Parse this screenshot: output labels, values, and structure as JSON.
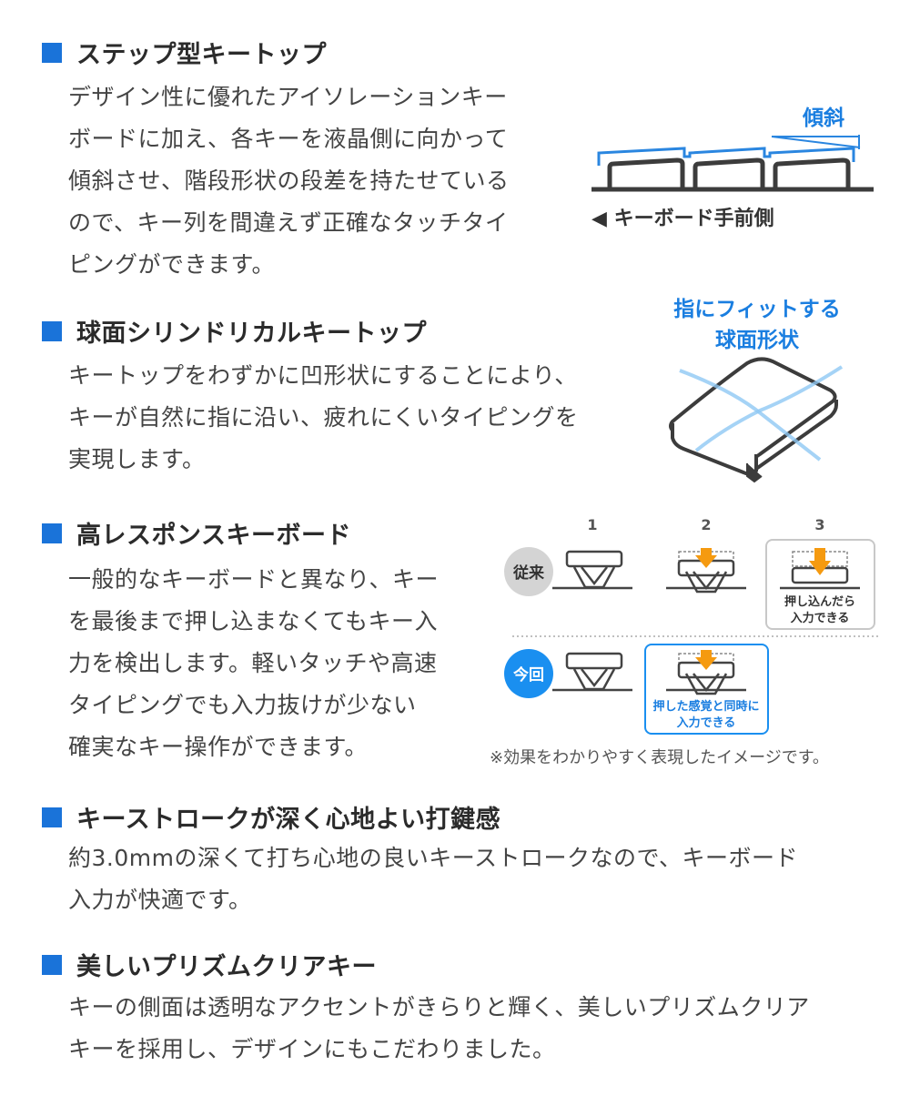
{
  "sections": [
    {
      "title": "ステップ型キートップ",
      "lines": [
        "デザイン性に優れたアイソレーションキー",
        "ボードに加え、各キーを液晶側に向かって",
        "傾斜させ、階段形状の段差を持たせている",
        "ので、キー列を間違えず正確なタッチタイ",
        "ピングができます。"
      ]
    },
    {
      "title": "球面シリンドリカルキートップ",
      "lines": [
        "キートップをわずかに凹形状にすることにより、",
        "キーが自然に指に沿い、疲れにくいタイピングを",
        "実現します。"
      ]
    },
    {
      "title": "高レスポンスキーボード",
      "lines": [
        "一般的なキーボードと異なり、キー",
        "を最後まで押し込まなくてもキー入",
        "力を検出します。軽いタッチや高速",
        "タイピングでも入力抜けが少ない",
        "確実なキー操作ができます。"
      ]
    },
    {
      "title": "キーストロークが深く心地よい打鍵感",
      "lines": [
        "約3.0mmの深くて打ち心地の良いキーストロークなので、キーボード",
        "入力が快適です。"
      ]
    },
    {
      "title": "美しいプリズムクリアキー",
      "lines": [
        "キーの側面は透明なアクセントがきらりと輝く、美しいプリズムクリア",
        "キーを採用し、デザインにもこだわりました。"
      ]
    }
  ],
  "figure1": {
    "tilt_label": "傾斜",
    "front_label": "◀ キーボード手前側"
  },
  "figure2": {
    "label_line1": "指にフィットする",
    "label_line2": "球面形状"
  },
  "figure3": {
    "steps": [
      "1",
      "2",
      "3"
    ],
    "row_old": "従来",
    "row_new": "今回",
    "old_note_line1": "押し込んだら",
    "old_note_line2": "入力できる",
    "new_note_line1": "押した感覚と同時に",
    "new_note_line2": "入力できる",
    "footnote": "※効果をわかりやすく表現したイメージです。"
  },
  "colors": {
    "accent": "#1a73d9",
    "badge_new": "#1a8ff0",
    "badge_old": "#d4d4d4",
    "arrow": "#f59a10",
    "line_blue": "#2a86e0"
  }
}
